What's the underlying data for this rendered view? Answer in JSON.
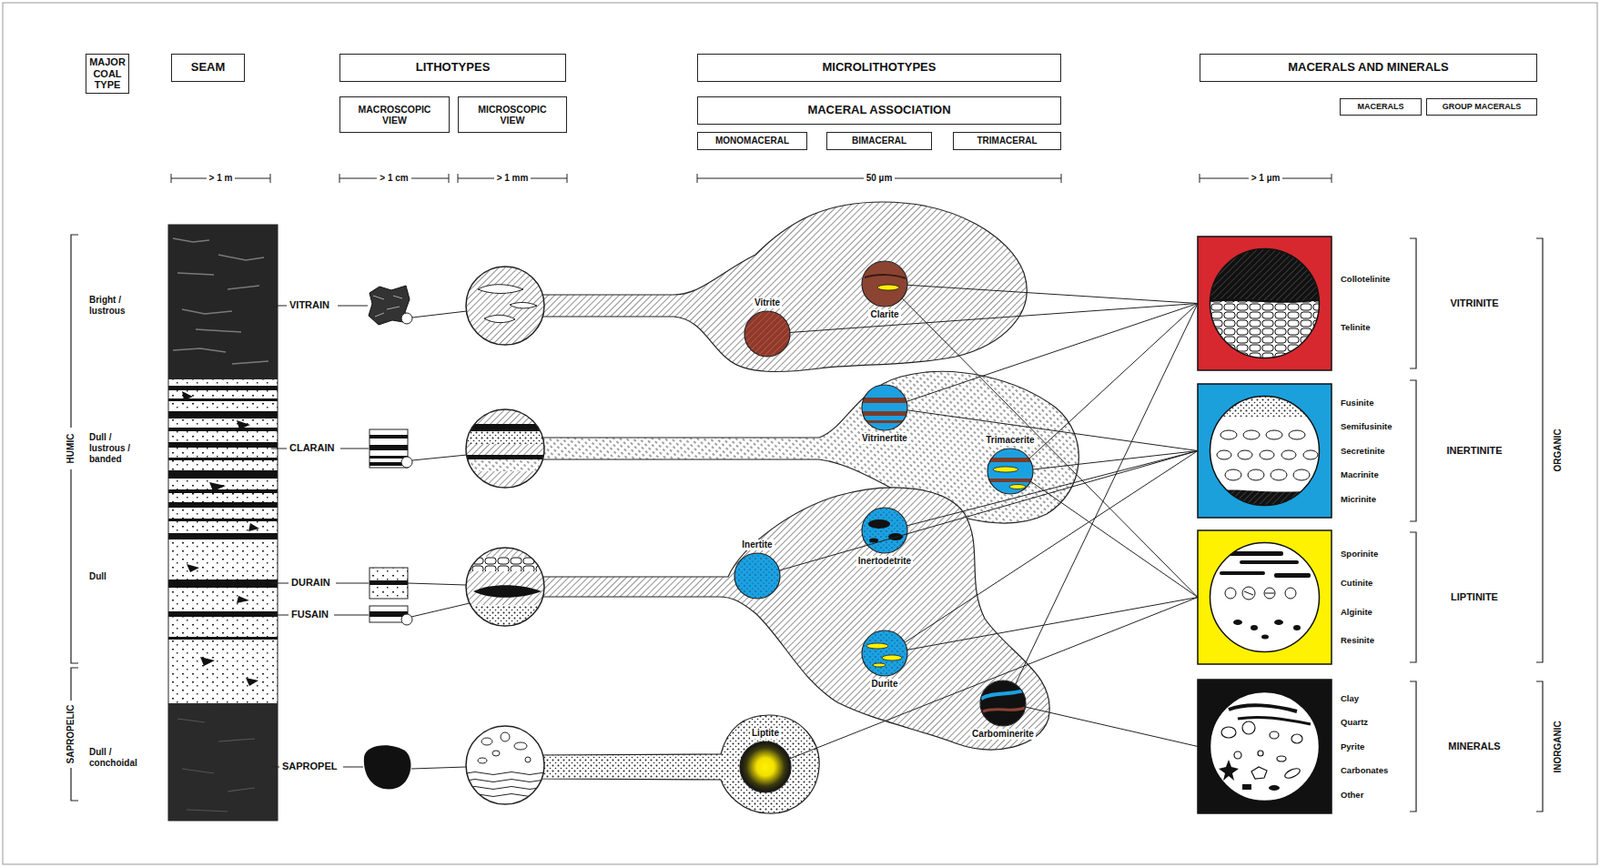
{
  "diagram": {
    "nodes": [
      {
        "text": [
          "MAJOR COAL TYPE"
        ]
      },
      {
        "text": [
          "SEAM"
        ]
      },
      {
        "text": [
          "LITHOTYPES"
        ]
      },
      {
        "text": [
          "MACROSCOPIC VIEW"
        ]
      },
      {
        "text": [
          "MICROSCOPIC VIEW"
        ]
      },
      {
        "text": [
          "MICROLITHOTYPES"
        ]
      },
      {
        "text": [
          "MACERAL ASSOCIATION"
        ]
      },
      {
        "text": [
          "MONOMACERAL"
        ]
      },
      {
        "text": [
          "BIMACERAL"
        ]
      },
      {
        "text": [
          "TRIMACERAL"
        ]
      },
      {
        "text": [
          "MACERALS AND MINERALS"
        ]
      },
      {
        "text": [
          "MACERALS"
        ]
      },
      {
        "text": [
          "GROUP MACERALS"
        ]
      },
      {
        "text": [
          "Clarite"
        ]
      },
      {
        "text": [
          "Vitrite"
        ]
      },
      {
        "text": [
          "Vitrinertite"
        ]
      },
      {
        "text": [
          "Trimacerite"
        ]
      },
      {
        "text": [
          "Inertite"
        ]
      },
      {
        "text": [
          "Inertodetrite"
        ]
      },
      {
        "text": [
          "Durite"
        ]
      },
      {
        "text": [
          "Carbominerite"
        ]
      },
      {
        "text": [
          "Liptite"
        ]
      },
      {
        "text": [
          "Collotelinite",
          "Telinite"
        ]
      },
      {
        "text": [
          "Fusinite",
          "Semifusinite",
          "Secretinite",
          "Macrinite",
          "Micrinite"
        ]
      },
      {
        "text": [
          "Sporinite",
          "Cutinite",
          "Alginite",
          "Resinite"
        ]
      },
      {
        "text": [
          "Clay",
          "Quartz",
          "Pyrite",
          "Carbonates",
          "Other"
        ]
      }
    ],
    "edges": [
      {
        "from": 13,
        "to": 22,
        "arrow": "none"
      },
      {
        "from": 13,
        "to": 24,
        "arrow": "none"
      },
      {
        "from": 14,
        "to": 22,
        "arrow": "none"
      },
      {
        "from": 15,
        "to": 22,
        "arrow": "none"
      },
      {
        "from": 15,
        "to": 23,
        "arrow": "none"
      },
      {
        "from": 16,
        "to": 22,
        "arrow": "none"
      },
      {
        "from": 16,
        "to": 23,
        "arrow": "none"
      },
      {
        "from": 16,
        "to": 24,
        "arrow": "none"
      },
      {
        "from": 17,
        "to": 23,
        "arrow": "none"
      },
      {
        "from": 18,
        "to": 23,
        "arrow": "none"
      },
      {
        "from": 19,
        "to": 23,
        "arrow": "none"
      },
      {
        "from": 19,
        "to": 24,
        "arrow": "none"
      },
      {
        "from": 20,
        "to": 22,
        "arrow": "none"
      },
      {
        "from": 20,
        "to": 25,
        "arrow": "none"
      },
      {
        "from": 21,
        "to": 24,
        "arrow": "none"
      }
    ],
    "labels": [
      "> 1 m",
      "> 1 cm",
      "> 1 mm",
      "50 µm",
      "> 1 µm",
      "HUMIC",
      "SAPROPELIC",
      "Bright / lustrous",
      "Dull / lustrous / banded",
      "Dull",
      "Dull / conchoidal",
      "VITRAIN",
      "CLARAIN",
      "DURAIN",
      "FUSAIN",
      "SAPROPEL",
      "VITRINITE",
      "INERTINITE",
      "LIPTINITE",
      "MINERALS",
      "ORGANIC",
      "INORGANIC"
    ]
  }
}
